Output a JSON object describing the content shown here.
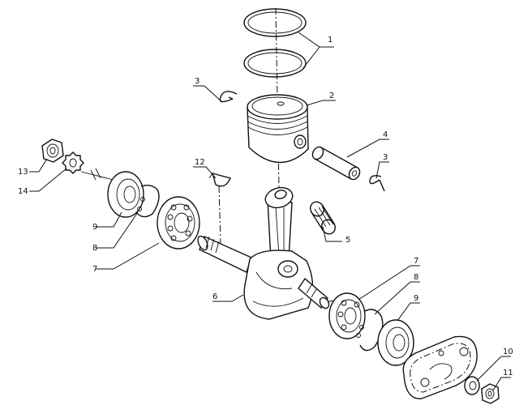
{
  "callouts": {
    "c1": "1",
    "c2": "2",
    "c3a": "3",
    "c3b": "3",
    "c4": "4",
    "c5": "5",
    "c6": "6",
    "c7a": "7",
    "c7b": "7",
    "c8a": "8",
    "c8b": "8",
    "c9a": "9",
    "c9b": "9",
    "c10": "10",
    "c11": "11",
    "c12": "12",
    "c13": "13",
    "c14": "14"
  }
}
